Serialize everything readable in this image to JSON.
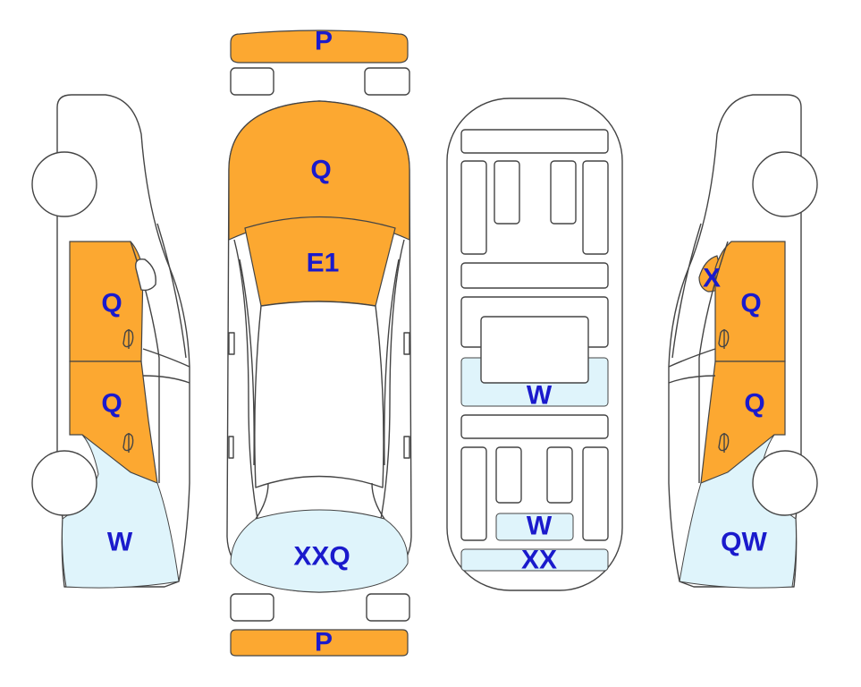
{
  "colors": {
    "damage_major": "#FCA831",
    "damage_minor": "#DFF4FB",
    "label": "#1A1ACC",
    "outline": "#444444"
  },
  "labels": {
    "front_bumper": "P",
    "hood": "Q",
    "windshield": "E1",
    "rear_window": "XXQ",
    "rear_bumper": "P",
    "left_front_door": "Q",
    "left_rear_door": "Q",
    "left_rear_quarter": "W",
    "floor_middle": "W",
    "floor_rear": "W",
    "floor_tail": "XX",
    "right_front_small": "X",
    "right_front_door": "Q",
    "right_rear_door": "Q",
    "right_rear_quarter": "QW"
  }
}
